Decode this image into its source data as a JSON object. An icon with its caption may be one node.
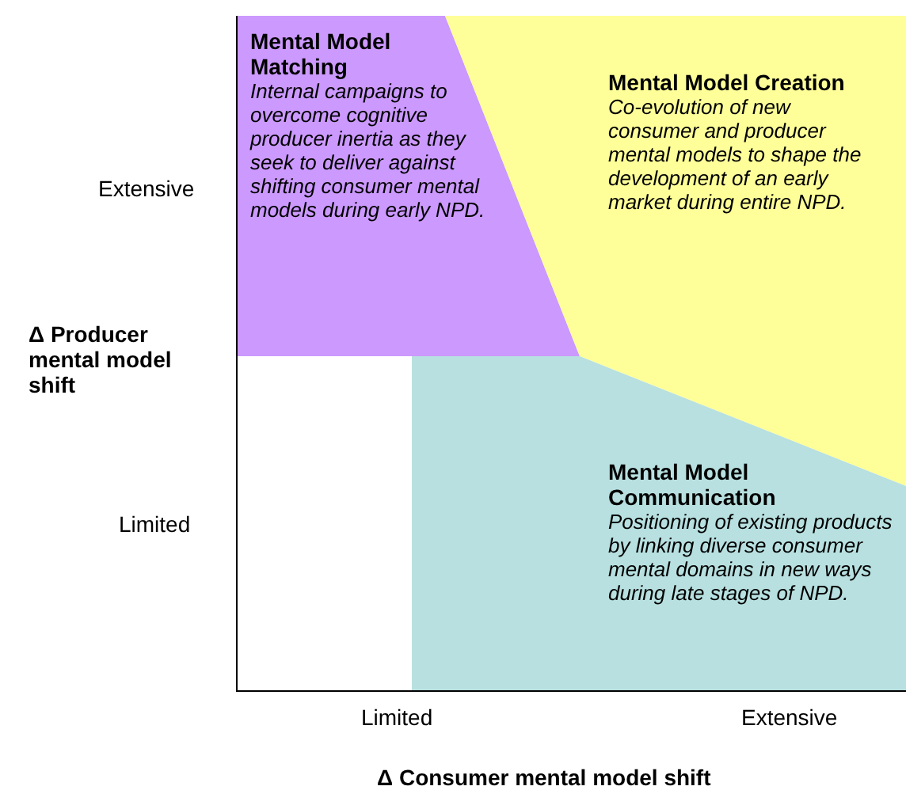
{
  "diagram": {
    "nodes": [
      {
        "text": [
          "Mental Model Matching",
          "Internal campaigns to overcome cognitive producer inertia as they seek to deliver against shifting consumer mental models during early NPD."
        ]
      },
      {
        "text": [
          "Mental Model Creation",
          "Co-evolution of new consumer and producer mental models to shape the development of an early market during entire NPD."
        ]
      },
      {
        "text": [
          "Mental Model Communication",
          "Positioning of existing products by linking diverse consumer mental domains in new ways during late stages of NPD."
        ]
      }
    ],
    "labels": [
      "Extensive",
      "Δ Producer mental model shift",
      "Limited",
      "Limited",
      "Extensive",
      "Δ Consumer mental model shift"
    ]
  }
}
